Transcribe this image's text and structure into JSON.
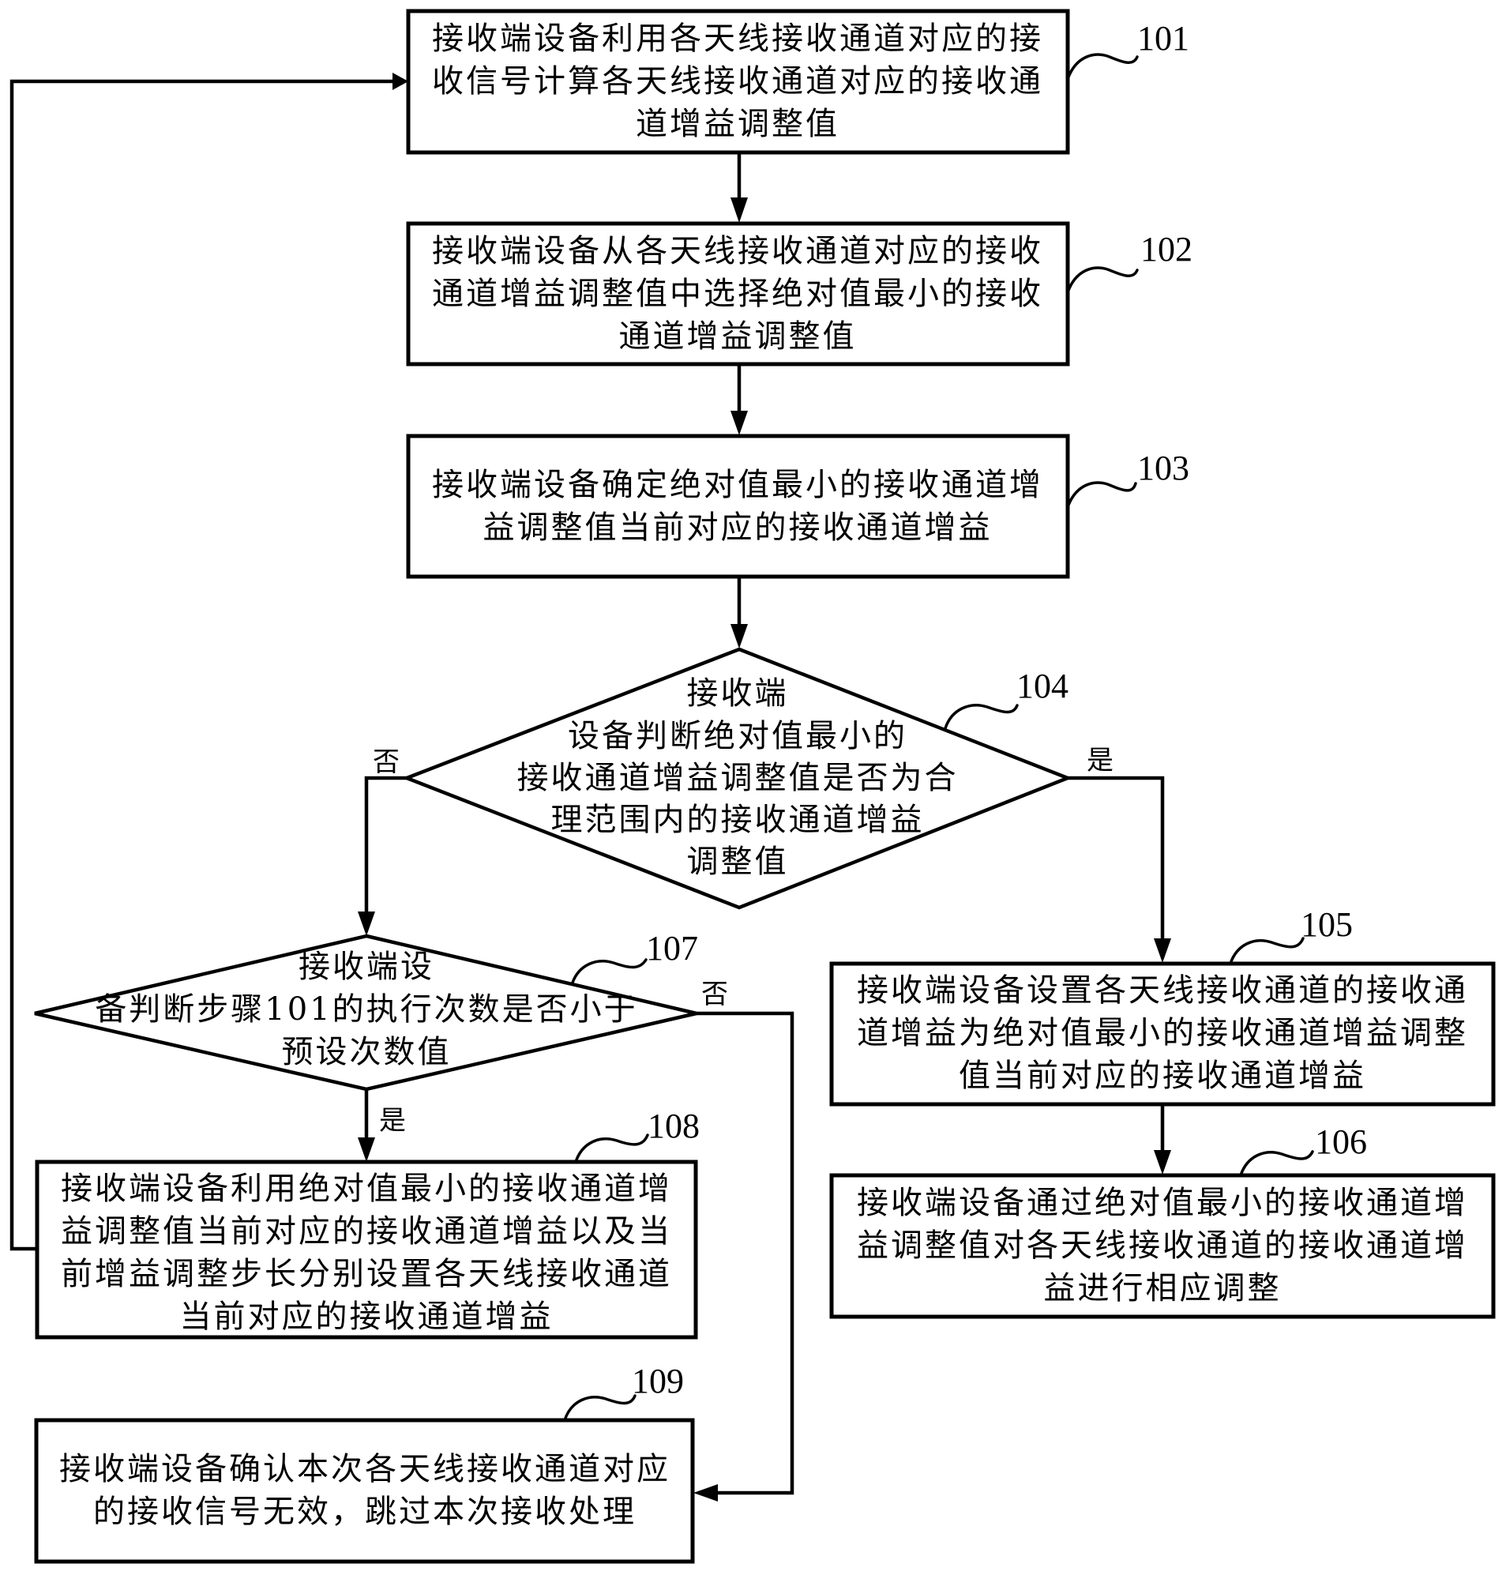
{
  "diagram": {
    "type": "flowchart",
    "steps": {
      "s101": {
        "id": "101",
        "lines": [
          "接收端设备利用各天线接收通道对应的接",
          "收信号计算各天线接收通道对应的接收通",
          "道增益调整值"
        ]
      },
      "s102": {
        "id": "102",
        "lines": [
          "接收端设备从各天线接收通道对应的接收",
          "通道增益调整值中选择绝对值最小的接收",
          "通道增益调整值"
        ]
      },
      "s103": {
        "id": "103",
        "lines": [
          "接收端设备确定绝对值最小的接收通道增",
          "益调整值当前对应的接收通道增益"
        ]
      },
      "s104": {
        "id": "104",
        "lines": [
          "接收端",
          "设备判断绝对值最小的",
          "接收通道增益调整值是否为合",
          "理范围内的接收通道增益",
          "调整值"
        ]
      },
      "s105": {
        "id": "105",
        "lines": [
          "接收端设备设置各天线接收通道的接收通",
          "道增益为绝对值最小的接收通道增益调整",
          "值当前对应的接收通道增益"
        ]
      },
      "s106": {
        "id": "106",
        "lines": [
          "接收端设备通过绝对值最小的接收通道增",
          "益调整值对各天线接收通道的接收通道增",
          "益进行相应调整"
        ]
      },
      "s107": {
        "id": "107",
        "lines": [
          "接收端设",
          "备判断步骤101的执行次数是否小于",
          "预设次数值"
        ]
      },
      "s108": {
        "id": "108",
        "lines": [
          "接收端设备利用绝对值最小的接收通道增",
          "益调整值当前对应的接收通道增益以及当",
          "前增益调整步长分别设置各天线接收通道",
          "当前对应的接收通道增益"
        ]
      },
      "s109": {
        "id": "109",
        "lines": [
          "接收端设备确认本次各天线接收通道对应",
          "的接收信号无效，跳过本次接收处理"
        ]
      }
    },
    "branch_labels": {
      "d104_no": "否",
      "d104_yes": "是",
      "d107_no": "否",
      "d107_yes": "是"
    },
    "edges": [
      {
        "from": "101",
        "to": "102"
      },
      {
        "from": "102",
        "to": "103"
      },
      {
        "from": "103",
        "to": "104"
      },
      {
        "from": "104",
        "to": "105",
        "label": "是"
      },
      {
        "from": "104",
        "to": "107",
        "label": "否"
      },
      {
        "from": "105",
        "to": "106"
      },
      {
        "from": "107",
        "to": "108",
        "label": "是"
      },
      {
        "from": "107",
        "to": "109",
        "label": "否"
      },
      {
        "from": "108",
        "to": "101"
      }
    ]
  }
}
